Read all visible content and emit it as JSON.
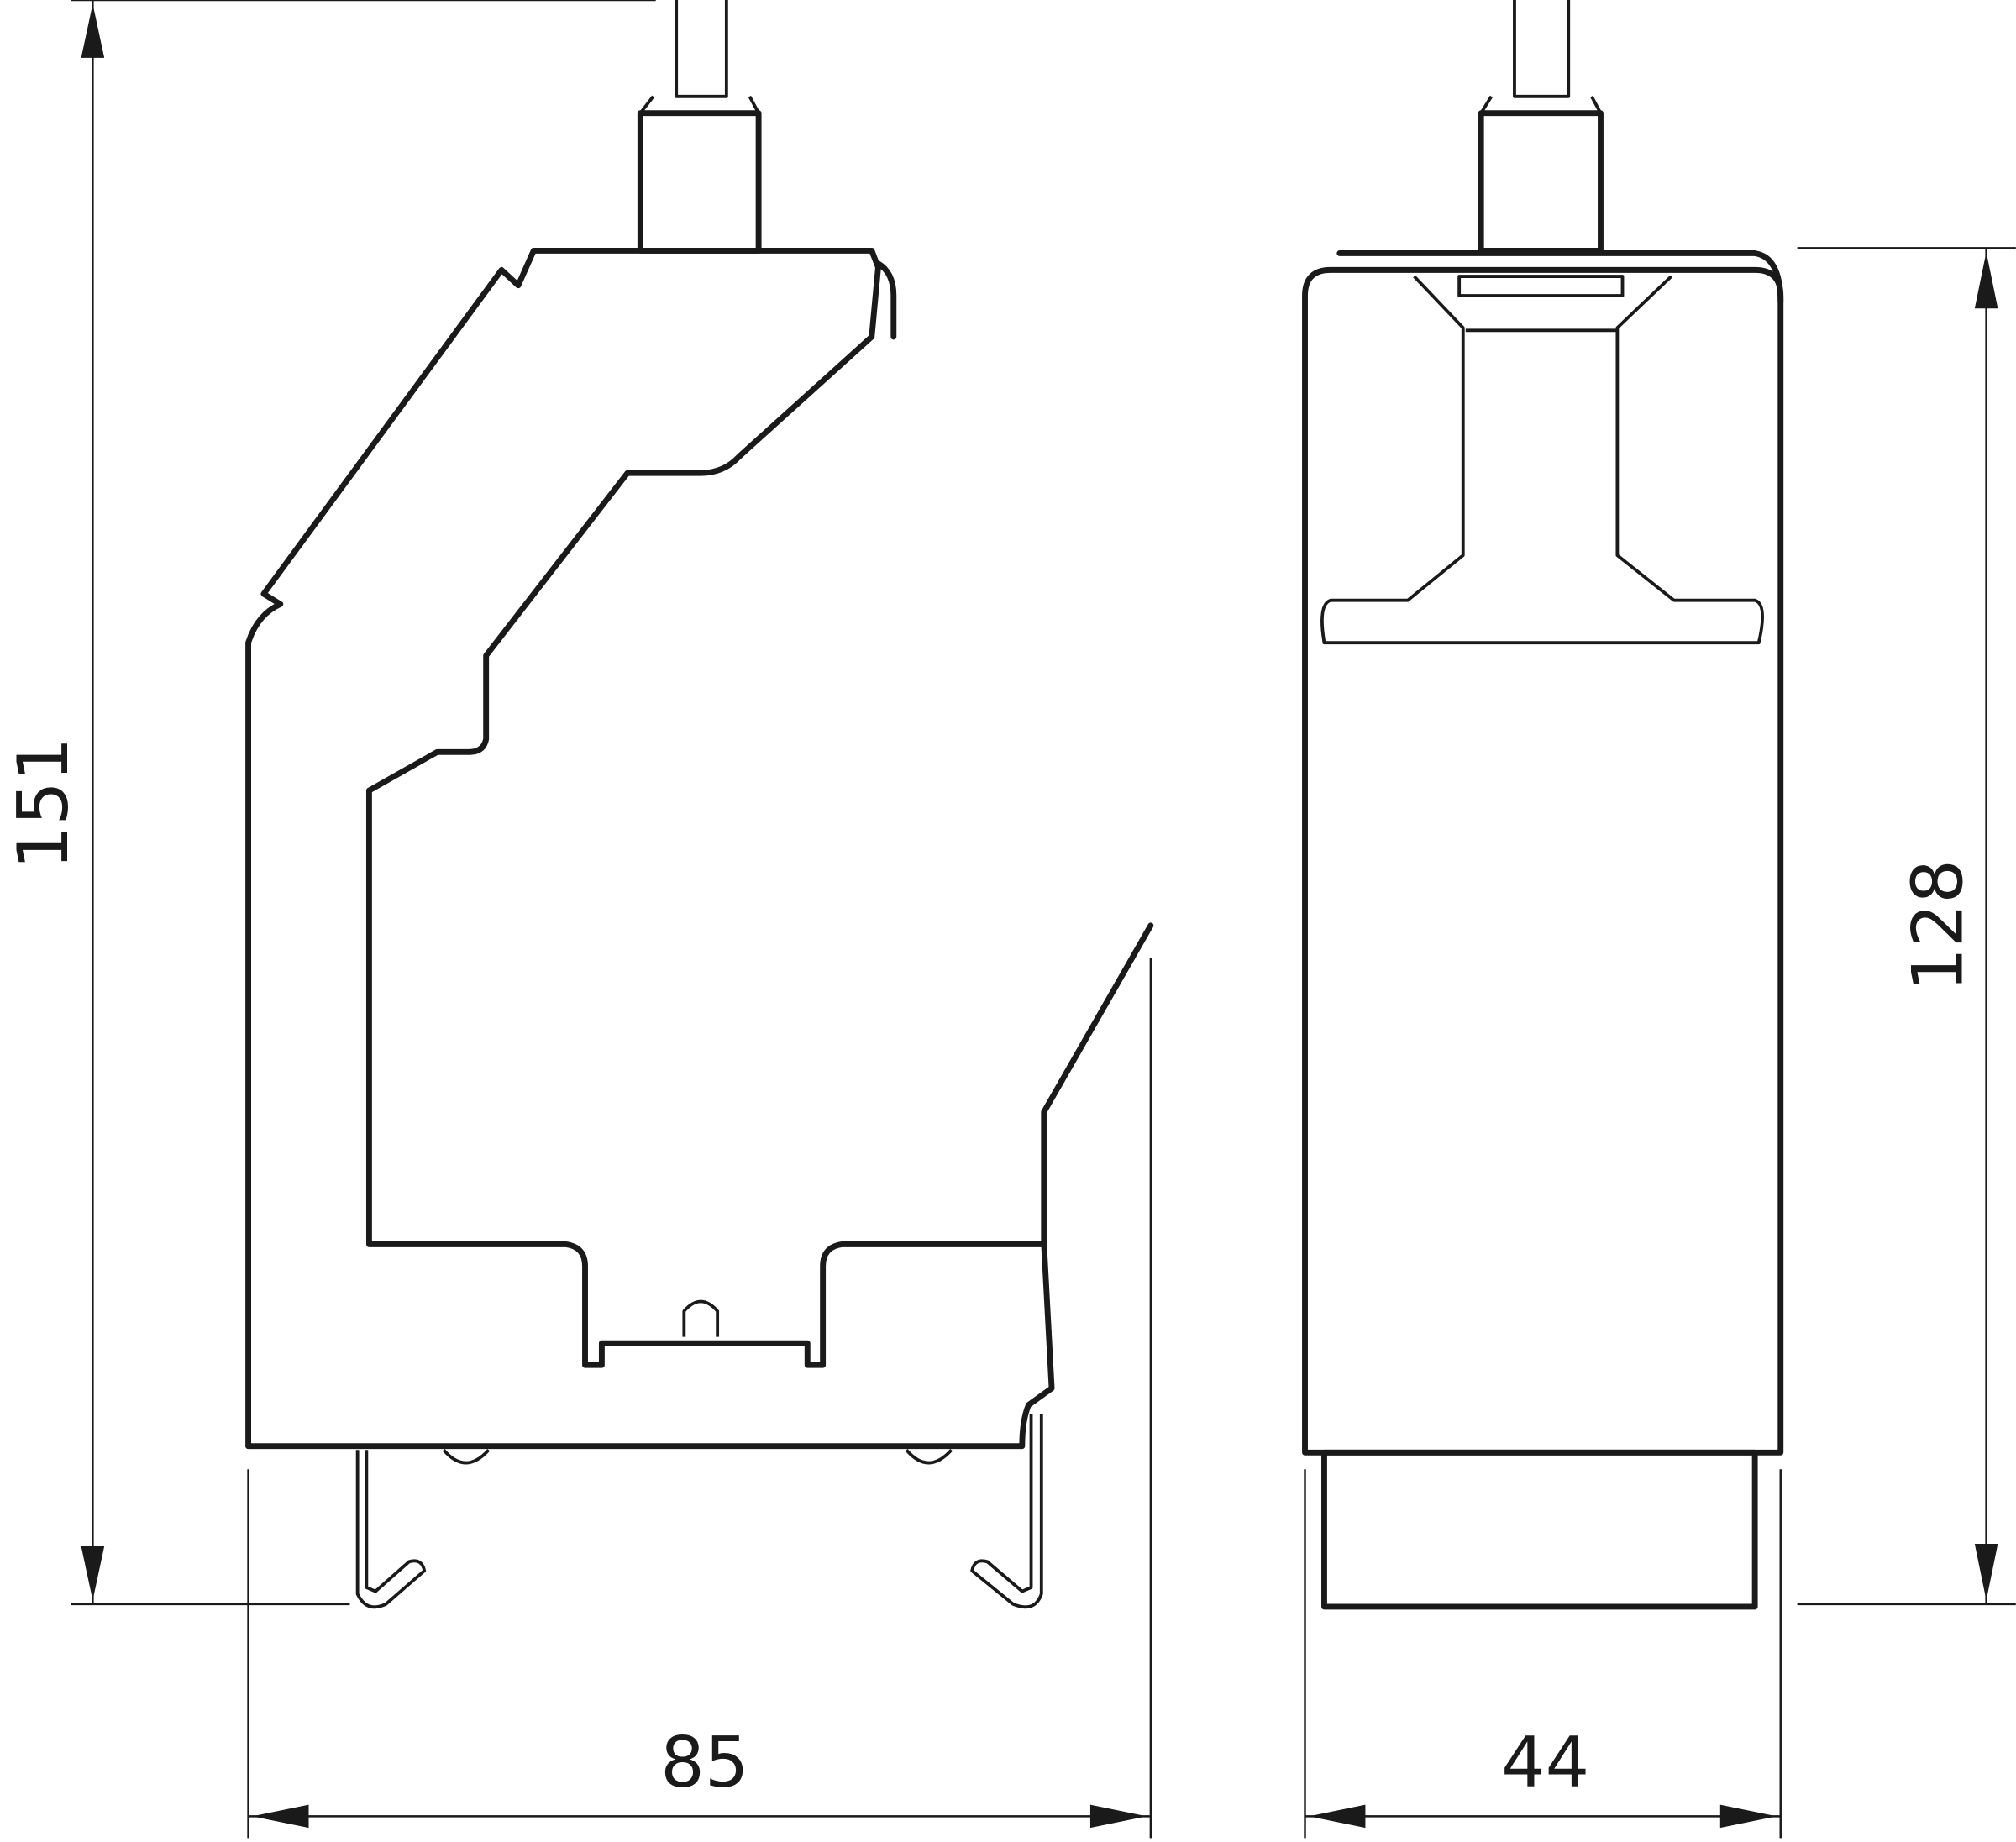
{
  "dimensions": {
    "overall_height": "151",
    "side_width": "85",
    "front_width": "44",
    "body_height": "128"
  },
  "colors": {
    "line": "#1a1a1a",
    "background": "#ffffff"
  }
}
